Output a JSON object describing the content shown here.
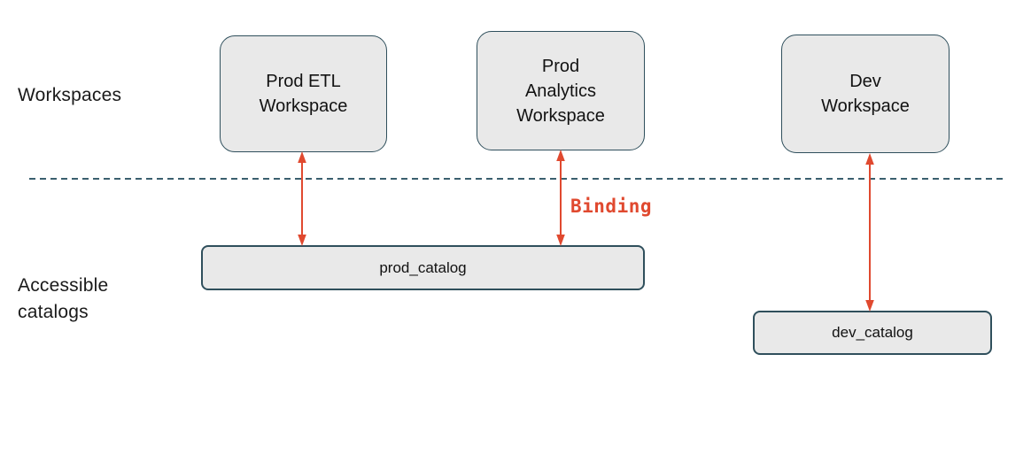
{
  "labels": {
    "workspaces_row": "Workspaces",
    "catalogs_row": "Accessible\ncatalogs",
    "binding": "Binding"
  },
  "workspaces": [
    {
      "label": "Prod ETL\nWorkspace"
    },
    {
      "label": "Prod\nAnalytics\nWorkspace"
    },
    {
      "label": "Dev\nWorkspace"
    }
  ],
  "catalogs": [
    {
      "label": "prod_catalog"
    },
    {
      "label": "dev_catalog"
    }
  ],
  "colors": {
    "box_fill": "#e9e9e9",
    "box_border": "#2f4f5c",
    "arrow": "#e0492f",
    "dashed_line": "#3a5f6e",
    "text": "#1a1a1a"
  }
}
